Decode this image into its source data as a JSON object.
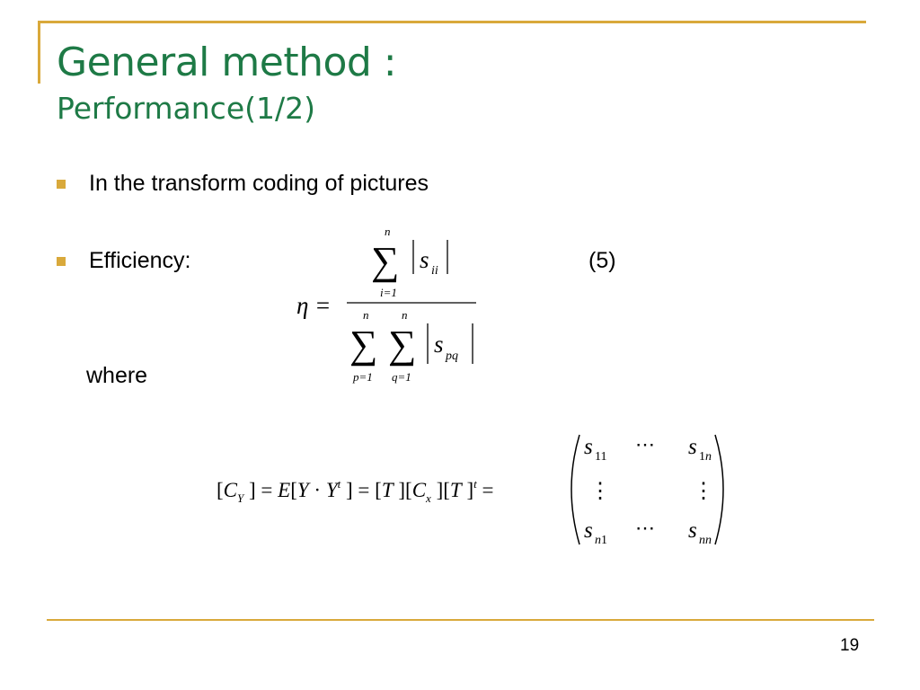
{
  "slide": {
    "title": "General method :",
    "subtitle": "Performance(1/2)",
    "page_number": "19"
  },
  "bullets": [
    {
      "text": "In the transform coding of pictures"
    },
    {
      "text": "Efficiency:"
    }
  ],
  "where_text": "where",
  "efficiency_equation": {
    "lhs": "η =",
    "equation_number": "(5)",
    "numerator": {
      "sum_upper": "n",
      "sum_lower": "i=1",
      "term": "s",
      "term_subscript": "ii"
    },
    "denominator": {
      "sum1_upper": "n",
      "sum1_lower": "p=1",
      "sum2_upper": "n",
      "sum2_lower": "q=1",
      "term": "s",
      "term_subscript": "pq"
    }
  },
  "covariance_equation": {
    "text": "[C_Y] = E[Y · Y^t] = [T][C_x][T]^t =",
    "matrix": [
      [
        "s11",
        "⋯",
        "s1n"
      ],
      [
        "⋮",
        "",
        "⋮"
      ],
      [
        "sn1",
        "⋯",
        "snn"
      ]
    ]
  },
  "colors": {
    "title": "#1e7a46",
    "accent": "#d9a93b"
  }
}
